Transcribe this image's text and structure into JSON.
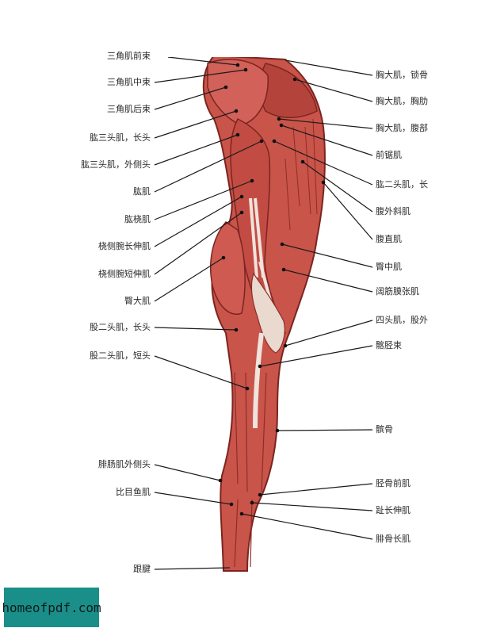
{
  "labels_left": [
    "三角肌前束",
    "三角肌中束",
    "三角肌后束",
    "肱三头肌，长头",
    "肱三头肌，外侧头",
    "肱肌",
    "肱桡肌",
    "桡侧腕长伸肌",
    "桡侧腕短伸肌",
    "臀大肌",
    "股二头肌，长头",
    "股二头肌，短头",
    "腓肠肌外侧头",
    "比目鱼肌",
    "跟腱"
  ],
  "labels_right": [
    "胸大肌，锁骨",
    "胸大肌，胸肋",
    "胸大肌，腹部",
    "前锯肌",
    "肱二头肌，长",
    "腹外斜肌",
    "腹直肌",
    "臀中肌",
    "阔筋膜张肌",
    "四头肌，股外",
    "髂胫束",
    "髌骨",
    "胫骨前肌",
    "趾长伸肌",
    "腓骨长肌"
  ],
  "watermark": "homeofpdf.com",
  "colors": {
    "muscle": "#c9544a",
    "muscle_dark": "#8e2e28",
    "tendon": "#efe3dc",
    "watermark_bg": "#1a8f8a"
  }
}
